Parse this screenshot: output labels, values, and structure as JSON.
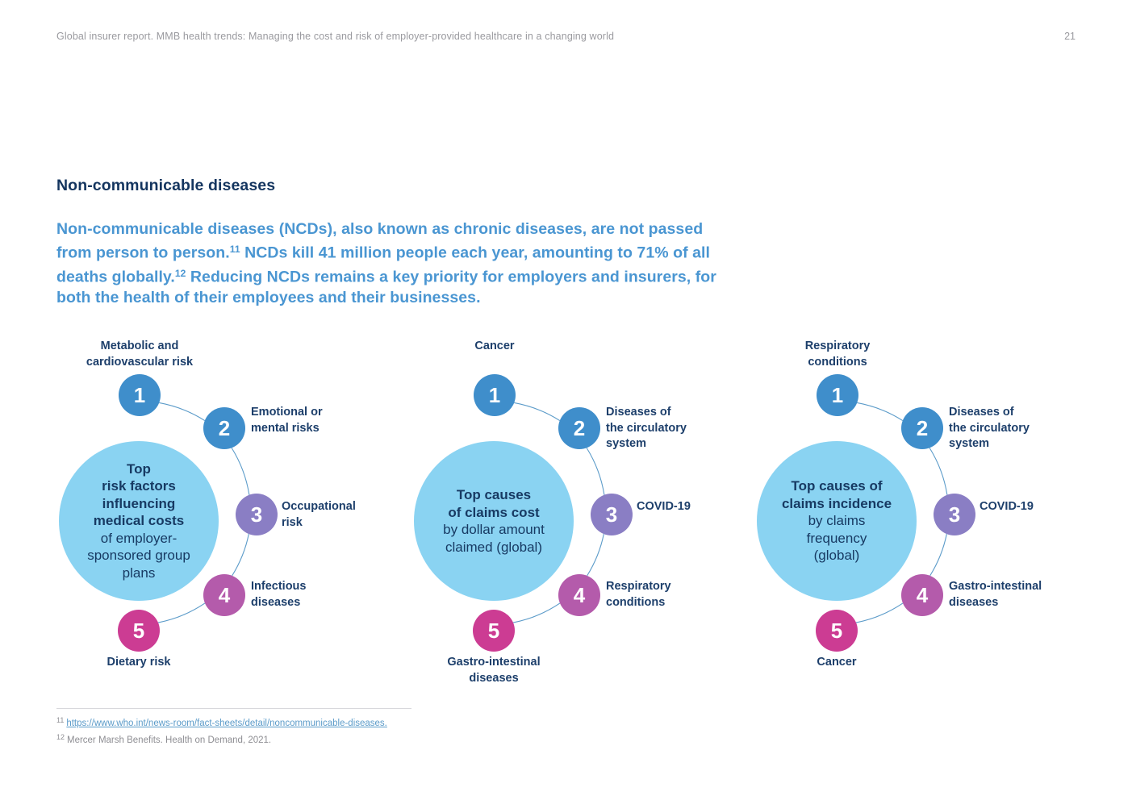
{
  "header": {
    "title": "Global insurer report. MMB health trends: Managing the cost and risk of employer-provided healthcare in a changing world",
    "page_number": "21"
  },
  "section": {
    "heading": "Non-communicable diseases",
    "intro_part1": "Non-communicable diseases (NCDs), also known as chronic diseases, are not passed from person to person.",
    "intro_ref1": "11",
    "intro_part2": " NCDs kill 41 million people each year, amounting to 71% of all deaths globally.",
    "intro_ref2": "12",
    "intro_part3": " Reducing NCDs remains a key priority for employers and insurers, for both the health of their employees and their businesses."
  },
  "colors": {
    "heading_navy": "#14355f",
    "intro_blue": "#4a96d2",
    "hub_light_blue": "#8ad3f2",
    "label_navy": "#1d3f6b",
    "badge_1": "#3f8ecb",
    "badge_2": "#3f8ecb",
    "badge_3": "#8a7ec4",
    "badge_4": "#b45bab",
    "badge_5": "#cc3c93",
    "connector_line": "#5b9bc9",
    "footnote_gray": "#8e8e93",
    "link_blue": "#5b9bc9"
  },
  "diagrams": [
    {
      "id": "diagram-1",
      "hub_bold_lines": [
        "Top",
        "risk factors",
        "influencing",
        "medical costs"
      ],
      "hub_regular_lines": [
        "of employer-",
        "sponsored group",
        "plans"
      ],
      "nodes": [
        {
          "number": "1",
          "label": "Metabolic and\ncardiovascular risk",
          "color_key": "badge_1"
        },
        {
          "number": "2",
          "label": "Emotional or\nmental risks",
          "color_key": "badge_2"
        },
        {
          "number": "3",
          "label": "Occupational\nrisk",
          "color_key": "badge_3"
        },
        {
          "number": "4",
          "label": "Infectious\ndiseases",
          "color_key": "badge_4"
        },
        {
          "number": "5",
          "label": "Dietary risk",
          "color_key": "badge_5"
        }
      ]
    },
    {
      "id": "diagram-2",
      "hub_bold_lines": [
        "Top causes",
        "of claims cost"
      ],
      "hub_regular_lines": [
        "by dollar amount",
        "claimed (global)"
      ],
      "nodes": [
        {
          "number": "1",
          "label": "Cancer",
          "color_key": "badge_1"
        },
        {
          "number": "2",
          "label": "Diseases of\nthe circulatory\nsystem",
          "color_key": "badge_2"
        },
        {
          "number": "3",
          "label": "COVID-19",
          "color_key": "badge_3"
        },
        {
          "number": "4",
          "label": "Respiratory\nconditions",
          "color_key": "badge_4"
        },
        {
          "number": "5",
          "label": "Gastro-intestinal\ndiseases",
          "color_key": "badge_5"
        }
      ]
    },
    {
      "id": "diagram-3",
      "hub_bold_lines": [
        "Top causes of",
        "claims incidence"
      ],
      "hub_regular_lines": [
        "by claims",
        "frequency",
        "(global)"
      ],
      "nodes": [
        {
          "number": "1",
          "label": "Respiratory\nconditions",
          "color_key": "badge_1"
        },
        {
          "number": "2",
          "label": "Diseases of\nthe circulatory\nsystem",
          "color_key": "badge_2"
        },
        {
          "number": "3",
          "label": "COVID-19",
          "color_key": "badge_3"
        },
        {
          "number": "4",
          "label": "Gastro-intestinal\ndiseases",
          "color_key": "badge_4"
        },
        {
          "number": "5",
          "label": "Cancer",
          "color_key": "badge_5"
        }
      ]
    }
  ],
  "footnotes": [
    {
      "marker": "11",
      "text": "https://www.who.int/news-room/fact-sheets/detail/noncommunicable-diseases.",
      "is_link": true
    },
    {
      "marker": "12",
      "text": "Mercer Marsh Benefits. Health on Demand, 2021.",
      "is_link": false
    }
  ]
}
